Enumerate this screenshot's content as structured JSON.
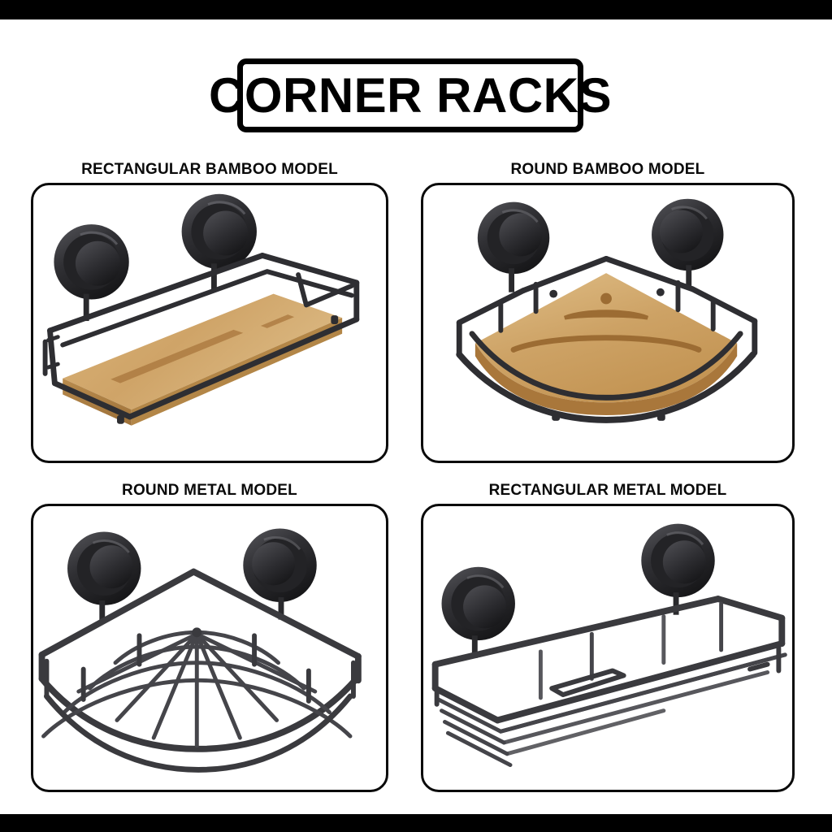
{
  "page": {
    "title": "CORNER RACKS",
    "background_color": "#ffffff",
    "letterbox_color": "#000000",
    "border_color": "#0a0a0a"
  },
  "palette": {
    "metal_dark": "#2b2b2e",
    "metal_mid": "#3d3d41",
    "metal_light": "#56565b",
    "bamboo_light": "#dcb87c",
    "bamboo_mid": "#c89a5c",
    "bamboo_dark": "#a87a41"
  },
  "cards": [
    {
      "id": "rect-bamboo",
      "label": "RECTANGULAR BAMBOO MODEL",
      "product_type": "rectangular-bamboo-rack",
      "material": "bamboo",
      "shape": "rectangular",
      "suction_cups": 2
    },
    {
      "id": "round-bamboo",
      "label": "ROUND BAMBOO MODEL",
      "product_type": "round-bamboo-rack",
      "material": "bamboo",
      "shape": "round-corner",
      "suction_cups": 2
    },
    {
      "id": "round-metal",
      "label": "ROUND METAL MODEL",
      "product_type": "round-metal-rack",
      "material": "metal",
      "shape": "round-corner",
      "suction_cups": 2
    },
    {
      "id": "rect-metal",
      "label": "RECTANGULAR METAL MODEL",
      "product_type": "rectangular-metal-rack",
      "material": "metal",
      "shape": "rectangular",
      "suction_cups": 2
    }
  ]
}
